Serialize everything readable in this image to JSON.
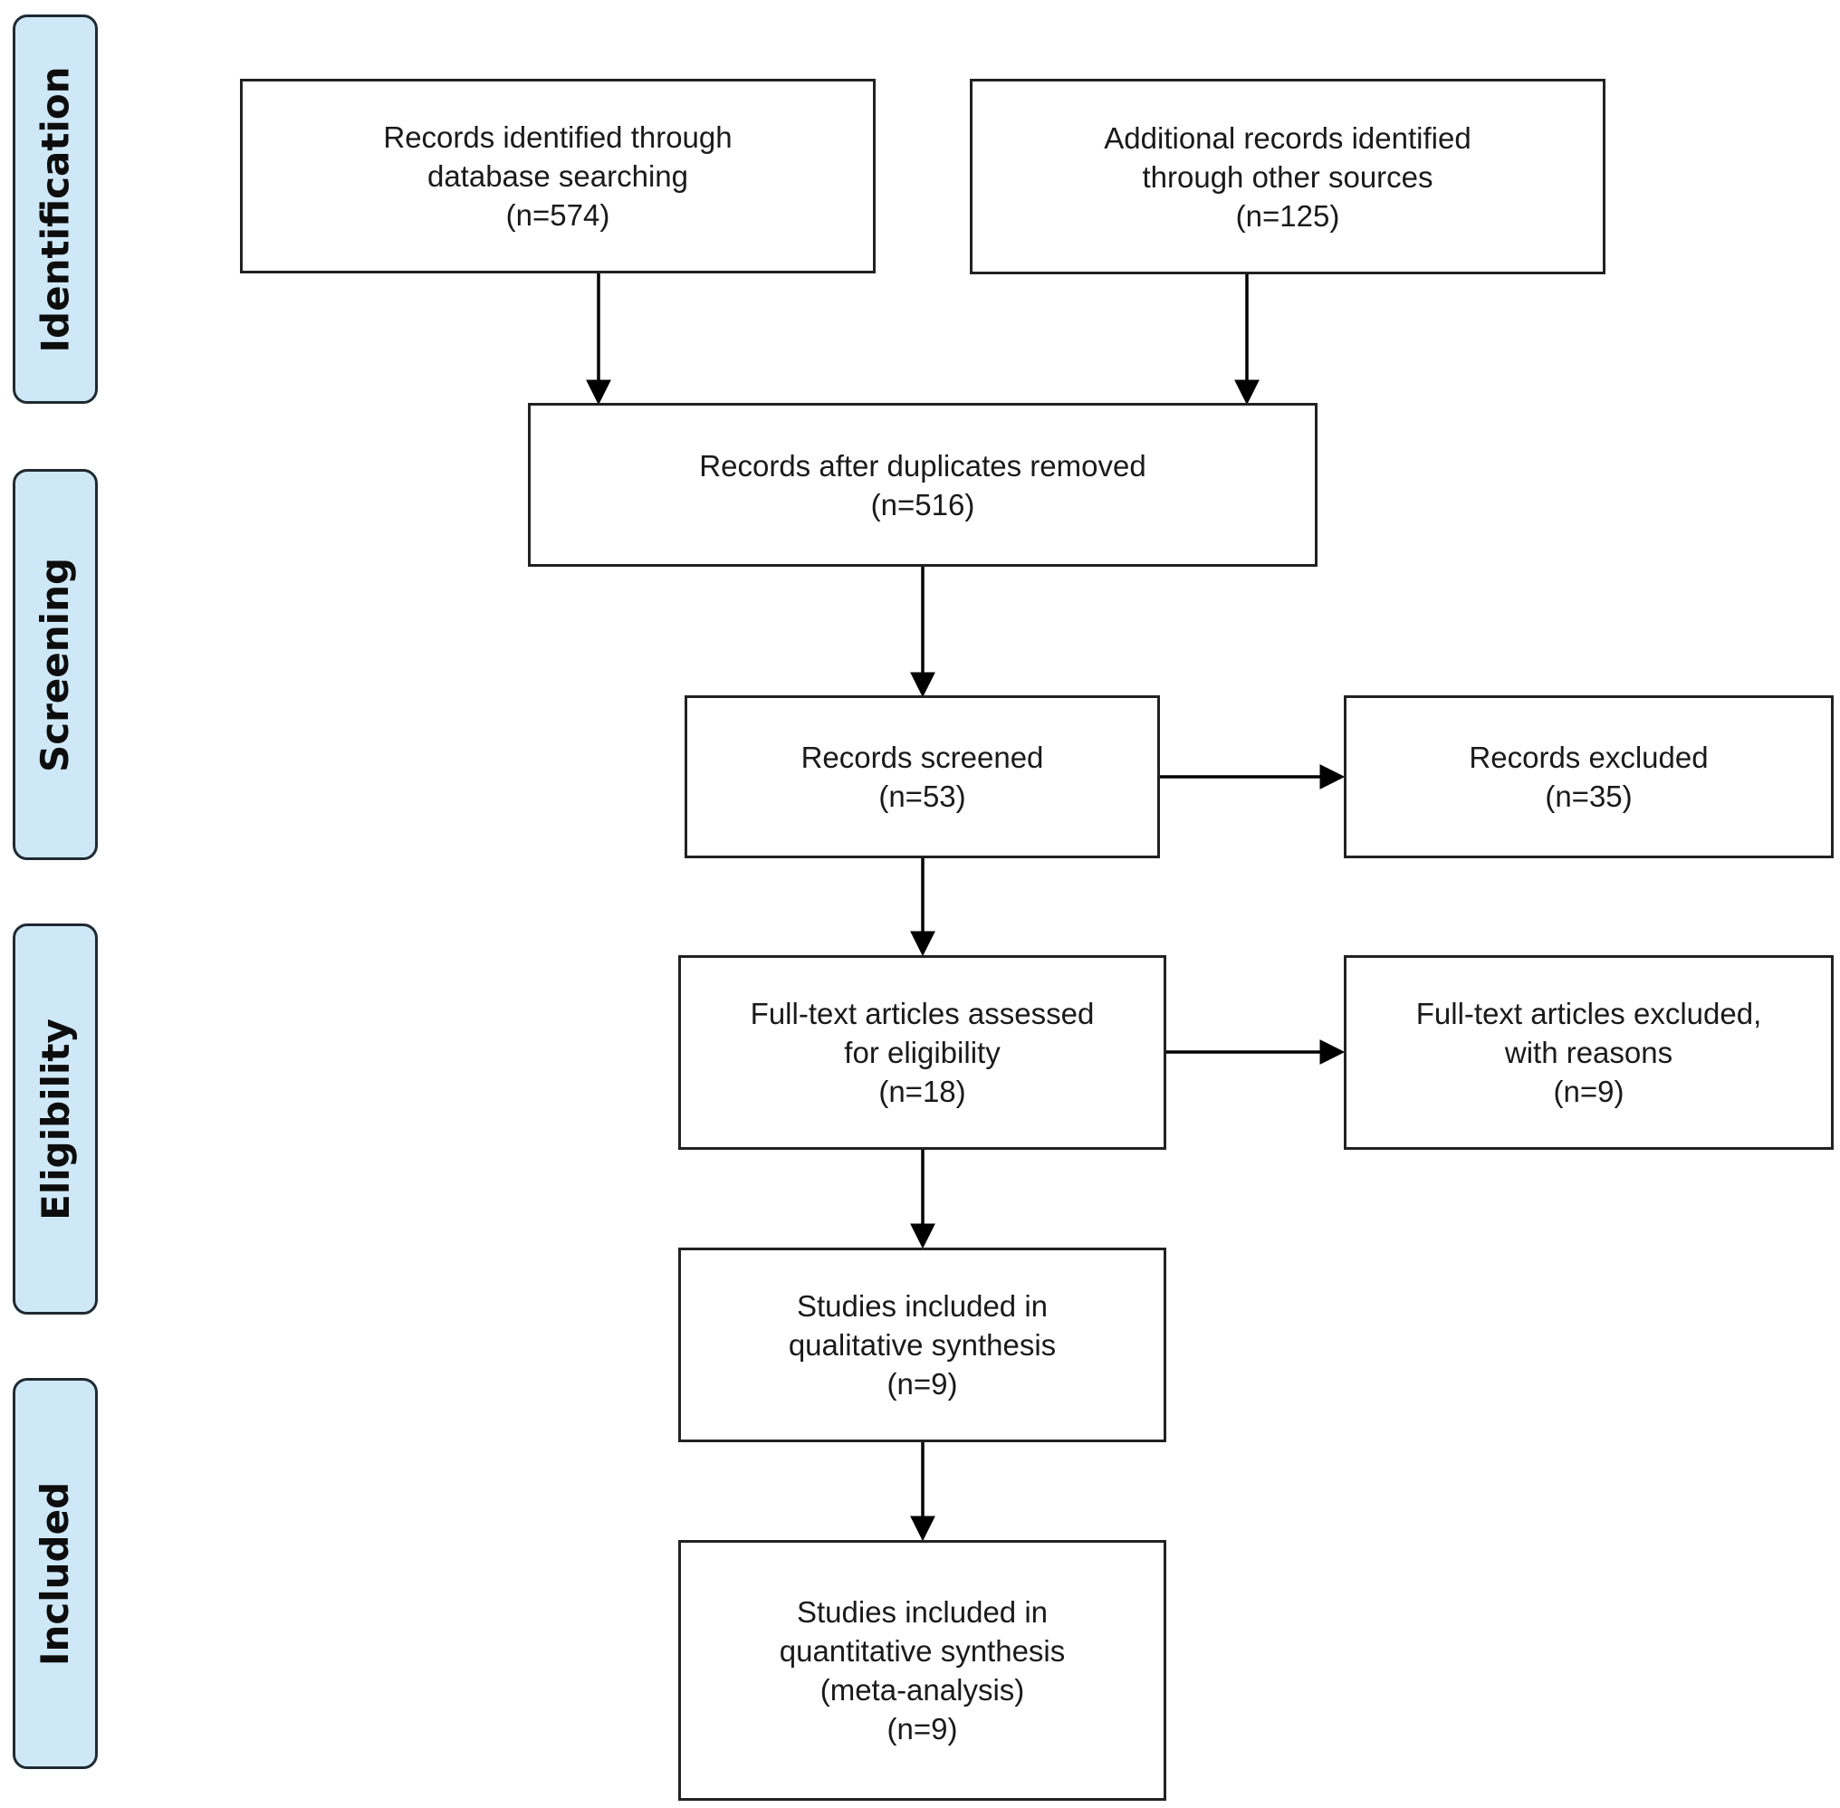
{
  "phases": {
    "identification": "Identification",
    "screening": "Screening",
    "eligibility": "Eligibility",
    "included": "Included"
  },
  "boxes": {
    "database": {
      "lines": [
        "Records identified through",
        "database searching",
        "(n=574)"
      ]
    },
    "other_sources": {
      "lines": [
        "Additional records identified",
        "through other sources",
        "(n=125)"
      ]
    },
    "duplicates_removed": {
      "lines": [
        "Records after duplicates removed",
        "(n=516)"
      ]
    },
    "screened": {
      "lines": [
        "Records screened",
        "(n=53)"
      ]
    },
    "excluded": {
      "lines": [
        "Records excluded",
        "(n=35)"
      ]
    },
    "fulltext_assessed": {
      "lines": [
        "Full-text articles assessed",
        "for eligibility",
        "(n=18)"
      ]
    },
    "fulltext_excluded": {
      "lines": [
        "Full-text articles excluded,",
        "with reasons",
        "(n=9)"
      ]
    },
    "qualitative": {
      "lines": [
        "Studies included in",
        "qualitative synthesis",
        "(n=9)"
      ]
    },
    "quantitative": {
      "lines": [
        "Studies included in",
        "quantitative synthesis",
        "(meta-analysis)",
        "(n=9)"
      ]
    }
  },
  "colors": {
    "phase_fill": "#cfe8f8",
    "phase_border": "#1f2a33",
    "box_border": "#222222",
    "arrow": "#000000"
  }
}
